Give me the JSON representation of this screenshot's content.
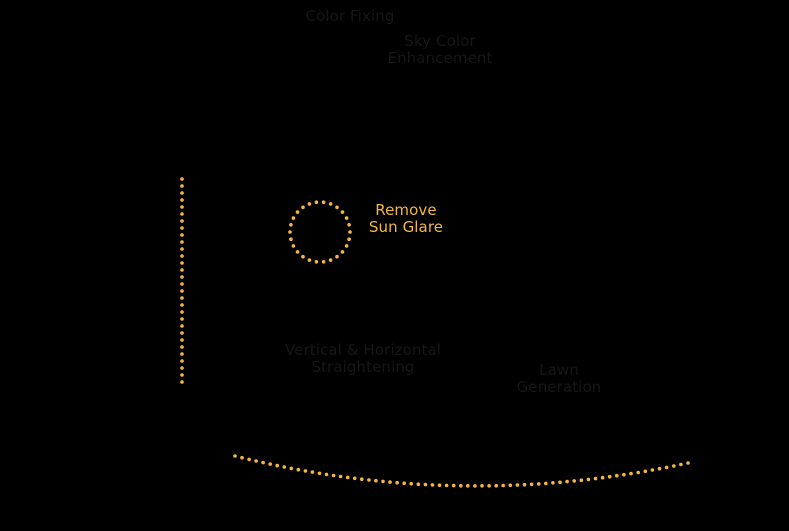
{
  "colors": {
    "background": "#000000",
    "accent": "#F5B83D",
    "muted_text": "#161616"
  },
  "labels": {
    "color_fixing": "Color Fixing",
    "sky_color": "Sky Color\nEnhancement",
    "remove_glare": "Remove\nSun Glare",
    "straightening": "Vertical & Horizontal\nStraightening",
    "lawn": "Lawn\nGeneration"
  },
  "active_feature": "Remove\nSun Glare",
  "icons": [
    "vertical-guide-dotted-line",
    "sun-glare-dotted-circle",
    "horizon-dotted-curve"
  ]
}
